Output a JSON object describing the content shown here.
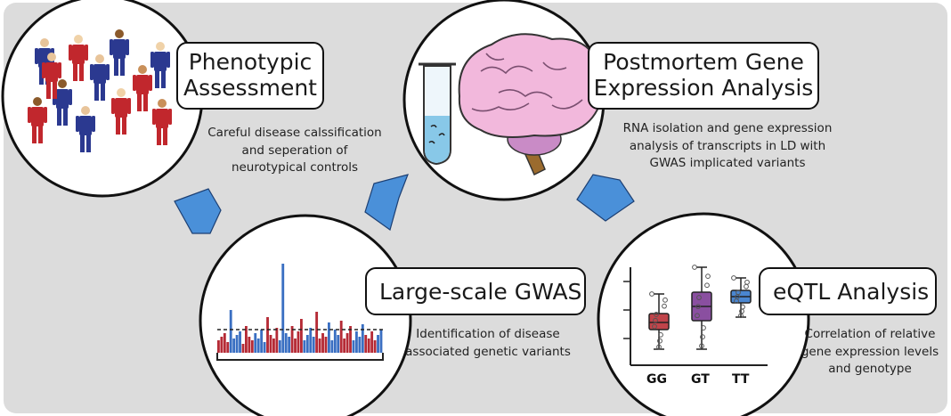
{
  "panels": {
    "phenotypic": {
      "title_lines": [
        "Phenotypic",
        "Assessment"
      ],
      "desc_lines": [
        "Careful disease calssification",
        "and seperation of",
        "neurotypical controls"
      ]
    },
    "postmortem": {
      "title_lines": [
        "Postmortem Gene",
        "Expression Analysis"
      ],
      "desc_lines": [
        "RNA isolation and gene expression",
        "analysis of transcripts in LD with",
        "GWAS implicated variants"
      ]
    },
    "gwas": {
      "title": "Large-scale GWAS",
      "desc_lines": [
        "Identification of disease",
        "associated genetic variants"
      ]
    },
    "eqtl": {
      "title": "eQTL Analysis",
      "desc_lines": [
        "Correlation of relative",
        "gene expression levels",
        "and genotype"
      ],
      "genotypes": [
        "GG",
        "GT",
        "TT"
      ]
    }
  },
  "colors": {
    "background": "#dcdcdc",
    "arrow": "#4a90d9",
    "person_red": "#c1272d",
    "person_blue": "#2b3990",
    "gwas_red": "#b52a35",
    "gwas_blue": "#3a6fc2",
    "box_gg": "#c0444a",
    "box_gt": "#8a4fa0",
    "box_tt": "#4a86d0"
  }
}
